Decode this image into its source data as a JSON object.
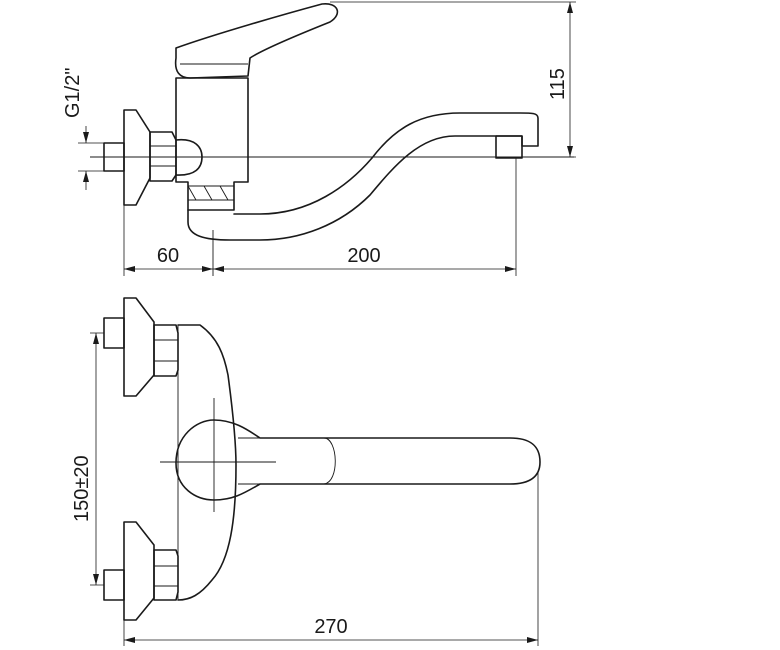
{
  "dimensions": {
    "thread": "G1/2\"",
    "height": "115",
    "wall_offset": "60",
    "spout_reach": "200",
    "spacing": "150±20",
    "total_width": "270"
  }
}
